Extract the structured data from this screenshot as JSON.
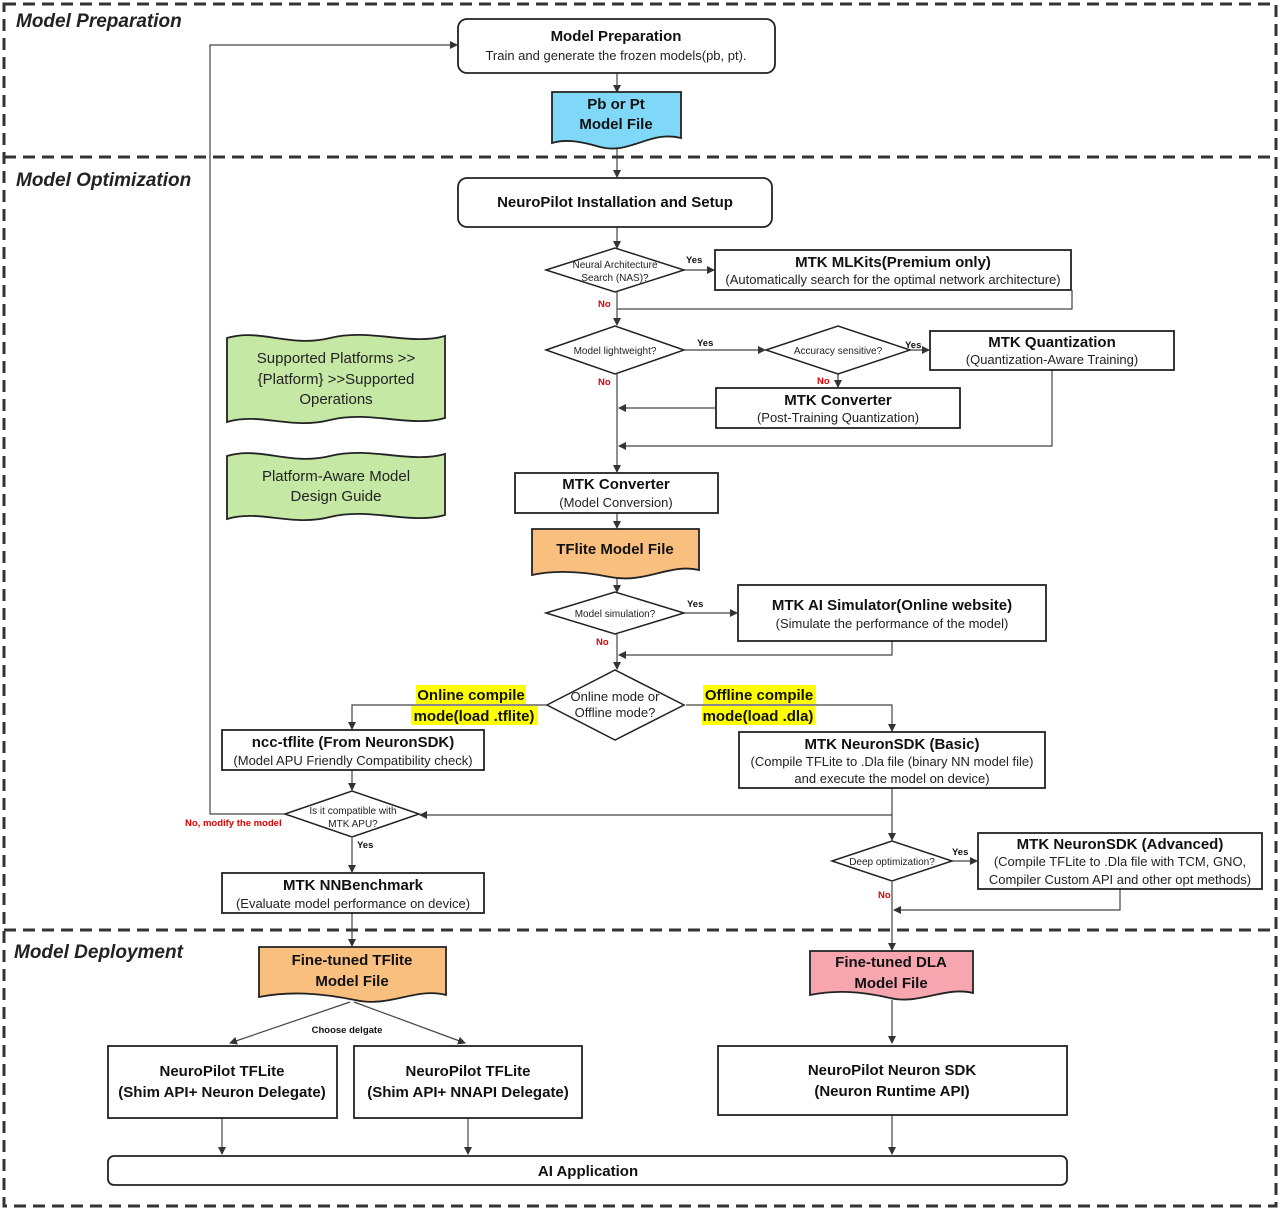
{
  "sections": {
    "preparation": "Model Preparation",
    "optimization": "Model Optimization",
    "deployment": "Model Deployment"
  },
  "nodes": {
    "model_prep": {
      "title": "Model Preparation",
      "subtitle": "Train and generate the frozen models(pb, pt)."
    },
    "pb_file": {
      "line1": "Pb or Pt",
      "line2": "Model File"
    },
    "install": {
      "title": "NeuroPilot Installation and Setup"
    },
    "nas_decision": {
      "line1": "Neural Architecture",
      "line2": "Search (NAS)?"
    },
    "mlkits": {
      "title": "MTK MLKits(Premium only)",
      "subtitle": "(Automatically search for the optimal network architecture)"
    },
    "lightweight_decision": {
      "text": "Model lightweight?"
    },
    "accuracy_decision": {
      "text": "Accuracy sensitive?"
    },
    "quantization": {
      "title": "MTK Quantization",
      "subtitle": "(Quantization-Aware Training)"
    },
    "converter_ptq": {
      "title": "MTK Converter",
      "subtitle": "(Post-Training Quantization)"
    },
    "converter_main": {
      "title": "MTK Converter",
      "subtitle": "(Model Conversion)"
    },
    "tflite_file": {
      "title": "TFlite Model File"
    },
    "simulation_decision": {
      "text": "Model simulation?"
    },
    "simulator": {
      "title": "MTK AI Simulator(Online website)",
      "subtitle": "(Simulate the performance of the model)"
    },
    "mode_decision": {
      "line1": "Online mode or",
      "line2": "Offline mode?"
    },
    "online_label": {
      "line1": "Online compile",
      "line2": "mode(load .tflite)"
    },
    "offline_label": {
      "line1": "Offline compile",
      "line2": "mode(load .dla)"
    },
    "ncc": {
      "title": "ncc-tflite (From NeuronSDK)",
      "subtitle": "(Model APU Friendly Compatibility check)"
    },
    "neuron_basic": {
      "title": "MTK NeuronSDK (Basic)",
      "sub1": "(Compile TFLite to .Dla file (binary NN model file)",
      "sub2": "and execute the model on device)"
    },
    "compat_decision": {
      "line1": "Is it compatible with",
      "line2": "MTK APU?"
    },
    "deep_decision": {
      "text": "Deep optimization?"
    },
    "neuron_adv": {
      "title": "MTK NeuronSDK (Advanced)",
      "sub1": "(Compile TFLite to .Dla file with TCM, GNO,",
      "sub2": "Compiler Custom API and other opt methods)"
    },
    "nnbench": {
      "title": "MTK NNBenchmark",
      "subtitle": "(Evaluate model performance on device)"
    },
    "ft_tflite": {
      "line1": "Fine-tuned TFlite",
      "line2": "Model File"
    },
    "ft_dla": {
      "line1": "Fine-tuned DLA",
      "line2": "Model File"
    },
    "np_tflite_neuron": {
      "line1": "NeuroPilot TFLite",
      "line2": "(Shim API+ Neuron Delegate)"
    },
    "np_tflite_nnapi": {
      "line1": "NeuroPilot TFLite",
      "line2": "(Shim API+ NNAPI Delegate)"
    },
    "np_neuron_sdk": {
      "line1": "NeuroPilot Neuron SDK",
      "line2": "(Neuron Runtime API)"
    },
    "ai_app": {
      "title": "AI Application"
    }
  },
  "side_notes": {
    "platforms": {
      "line1": "Supported Platforms >>",
      "line2": "{Platform} >>Supported",
      "line3": "Operations"
    },
    "design_guide": {
      "line1": "Platform-Aware Model",
      "line2": "Design Guide"
    }
  },
  "edge_labels": {
    "yes": "Yes",
    "no": "No",
    "no_modify": "No, modify the model",
    "choose_delegate": "Choose delgate"
  },
  "colors": {
    "blue_doc": "#7fd8f7",
    "orange_doc": "#f9bf7f",
    "pink_doc": "#f7a6b0",
    "green_doc": "#c5e8a4",
    "highlight": "#ffff00",
    "no_label": "#e00000"
  }
}
